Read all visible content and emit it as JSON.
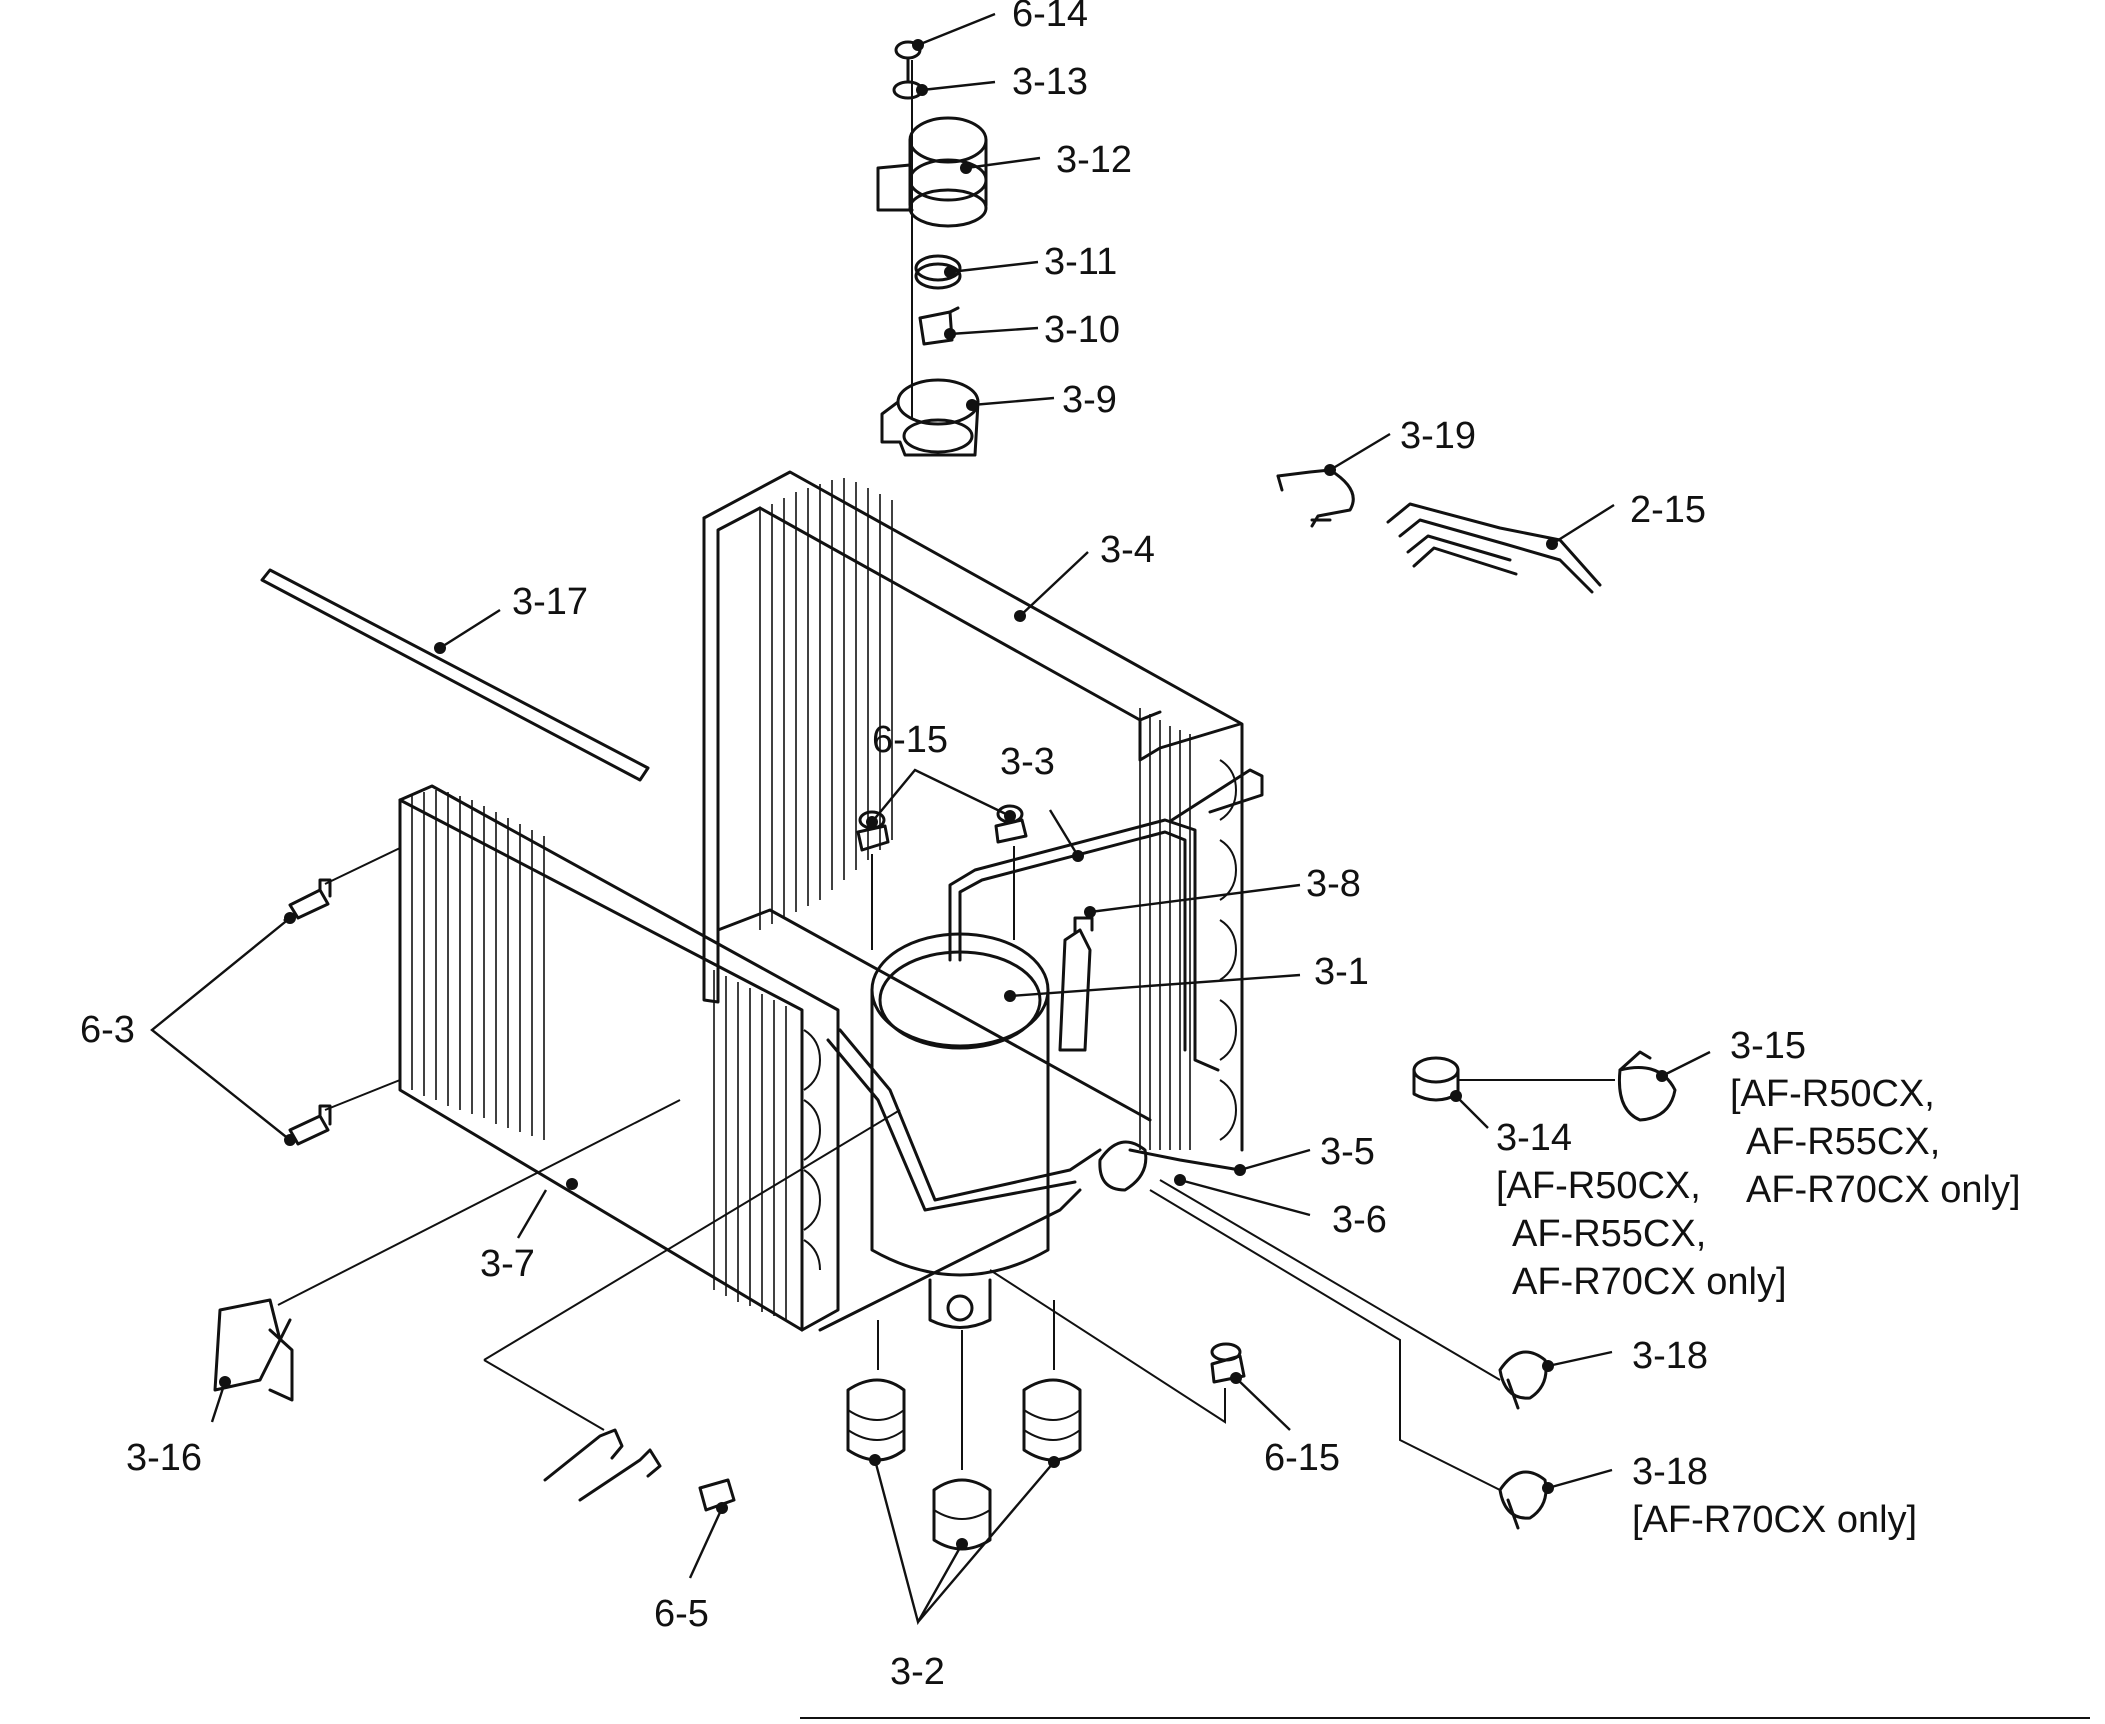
{
  "callouts": [
    {
      "id": "c-6-14",
      "label": "6-14"
    },
    {
      "id": "c-3-13",
      "label": "3-13"
    },
    {
      "id": "c-3-12",
      "label": "3-12"
    },
    {
      "id": "c-3-11",
      "label": "3-11"
    },
    {
      "id": "c-3-10",
      "label": "3-10"
    },
    {
      "id": "c-3-9",
      "label": "3-9"
    },
    {
      "id": "c-3-19",
      "label": "3-19"
    },
    {
      "id": "c-2-15",
      "label": "2-15"
    },
    {
      "id": "c-3-4",
      "label": "3-4"
    },
    {
      "id": "c-3-17",
      "label": "3-17"
    },
    {
      "id": "c-6-15-top",
      "label": "6-15"
    },
    {
      "id": "c-3-3",
      "label": "3-3"
    },
    {
      "id": "c-3-8",
      "label": "3-8"
    },
    {
      "id": "c-3-1",
      "label": "3-1"
    },
    {
      "id": "c-6-3",
      "label": "6-3"
    },
    {
      "id": "c-3-15",
      "label": "3-15",
      "notes": [
        "[AF-R50CX,",
        "AF-R55CX,",
        "AF-R70CX only]"
      ]
    },
    {
      "id": "c-3-14",
      "label": "3-14",
      "notes": [
        "[AF-R50CX,",
        "AF-R55CX,",
        "AF-R70CX only]"
      ]
    },
    {
      "id": "c-3-5",
      "label": "3-5"
    },
    {
      "id": "c-3-6",
      "label": "3-6"
    },
    {
      "id": "c-3-7",
      "label": "3-7"
    },
    {
      "id": "c-3-18-a",
      "label": "3-18"
    },
    {
      "id": "c-3-18-b",
      "label": "3-18",
      "notes": [
        "[AF-R70CX only]"
      ]
    },
    {
      "id": "c-6-15-bottom",
      "label": "6-15"
    },
    {
      "id": "c-3-16",
      "label": "3-16"
    },
    {
      "id": "c-6-5",
      "label": "6-5"
    },
    {
      "id": "c-3-2",
      "label": "3-2"
    }
  ]
}
